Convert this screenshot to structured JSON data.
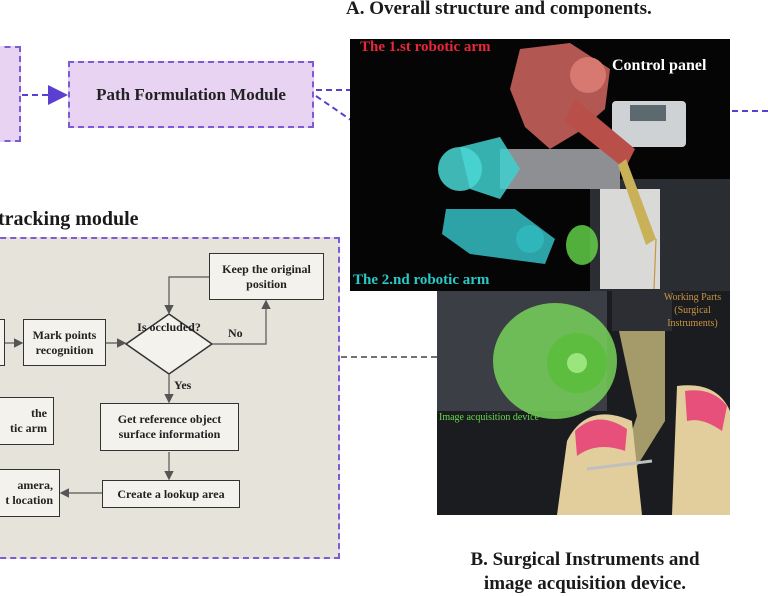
{
  "title_a": "A. Overall structure and components.",
  "path_module": "Path Formulation Module",
  "tracking_title": "tracking module",
  "flow": {
    "mark_points": "Mark points recognition",
    "is_occluded": "Is occluded?",
    "keep_original": "Keep the original position",
    "no_label": "No",
    "yes_label": "Yes",
    "get_reference": "Get reference object surface information",
    "lookup": "Create a lookup area",
    "partial_robotic": "the\ntic arm",
    "partial_camera": "amera,\nt location"
  },
  "photo_a": {
    "arm1": "The 1.st robotic arm",
    "control_panel": "Control panel",
    "arm2": "The 2.nd robotic arm"
  },
  "photo_b": {
    "working_parts": "Working Parts\n(Surgical Instruments)",
    "image_device": "Image acquisition device"
  },
  "caption_b": "B. Surgical Instruments and\nimage acquisition device.",
  "colors": {
    "accent": "#7b5bd6",
    "module_fill": "#e8d3f3",
    "arm1_label": "#e8283a",
    "arm2_label": "#29c9c9"
  }
}
